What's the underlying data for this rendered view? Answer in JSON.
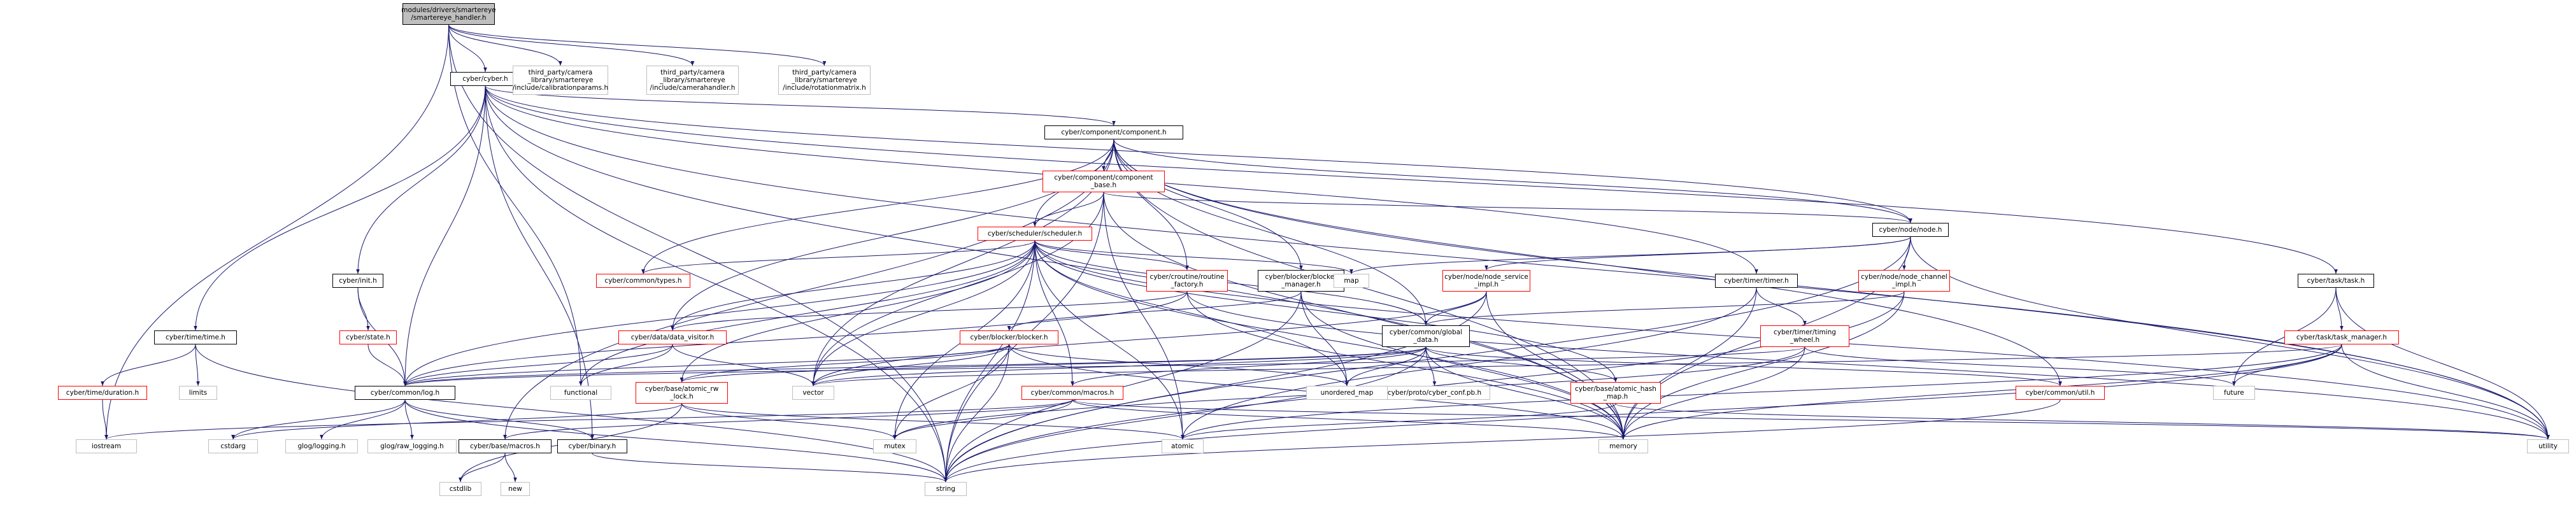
{
  "nodes": [
    {
      "id": "handler",
      "label": "modules/drivers/smartereye\n/smartereye_handler.h",
      "style": "root"
    },
    {
      "id": "cyber",
      "label": "cyber/cyber.h",
      "style": "black"
    },
    {
      "id": "calib",
      "label": "third_party/camera\n_library/smartereye\n/include/calibrationparams.h",
      "style": "gray"
    },
    {
      "id": "camhandler",
      "label": "third_party/camera\n_library/smartereye\n/include/camerahandler.h",
      "style": "gray"
    },
    {
      "id": "rotation",
      "label": "third_party/camera\n_library/smartereye\n/include/rotationmatrix.h",
      "style": "gray"
    },
    {
      "id": "component",
      "label": "cyber/component/component.h",
      "style": "black"
    },
    {
      "id": "compbase",
      "label": "cyber/component/component\n_base.h",
      "style": "red"
    },
    {
      "id": "scheduler",
      "label": "cyber/scheduler/scheduler.h",
      "style": "red"
    },
    {
      "id": "nodeh",
      "label": "cyber/node/node.h",
      "style": "black"
    },
    {
      "id": "tasktask",
      "label": "cyber/task/task.h",
      "style": "black"
    },
    {
      "id": "taskmgr",
      "label": "cyber/task/task_manager.h",
      "style": "red"
    },
    {
      "id": "nodeservice",
      "label": "cyber/node/node_service\n_impl.h",
      "style": "red"
    },
    {
      "id": "nodechannel",
      "label": "cyber/node/node_channel\n_impl.h",
      "style": "red"
    },
    {
      "id": "timer",
      "label": "cyber/timer/timer.h",
      "style": "black"
    },
    {
      "id": "timingwheel",
      "label": "cyber/timer/timing\n_wheel.h",
      "style": "red"
    },
    {
      "id": "blockermgr",
      "label": "cyber/blocker/blocker\n_manager.h",
      "style": "black"
    },
    {
      "id": "blocker",
      "label": "cyber/blocker/blocker.h",
      "style": "red"
    },
    {
      "id": "routine",
      "label": "cyber/croutine/routine\n_factory.h",
      "style": "red"
    },
    {
      "id": "types",
      "label": "cyber/common/types.h",
      "style": "red"
    },
    {
      "id": "datavisitor",
      "label": "cyber/data/data_visitor.h",
      "style": "red"
    },
    {
      "id": "globaldata",
      "label": "cyber/common/global\n_data.h",
      "style": "black"
    },
    {
      "id": "atomicrw",
      "label": "cyber/base/atomic_rw\n_lock.h",
      "style": "red"
    },
    {
      "id": "atomichash",
      "label": "cyber/base/atomic_hash\n_map.h",
      "style": "red"
    },
    {
      "id": "commonmacros",
      "label": "cyber/common/macros.h",
      "style": "red"
    },
    {
      "id": "commonutil",
      "label": "cyber/common/util.h",
      "style": "red"
    },
    {
      "id": "cyberconf",
      "label": "cyber/proto/cyber_conf.pb.h",
      "style": "gray"
    },
    {
      "id": "inith",
      "label": "cyber/init.h",
      "style": "black"
    },
    {
      "id": "stateh",
      "label": "cyber/state.h",
      "style": "red"
    },
    {
      "id": "timeh",
      "label": "cyber/time/time.h",
      "style": "black"
    },
    {
      "id": "duration",
      "label": "cyber/time/duration.h",
      "style": "red"
    },
    {
      "id": "logh",
      "label": "cyber/common/log.h",
      "style": "black"
    },
    {
      "id": "basemacros",
      "label": "cyber/base/macros.h",
      "style": "black"
    },
    {
      "id": "binary",
      "label": "cyber/binary.h",
      "style": "black"
    },
    {
      "id": "iostream",
      "label": "iostream",
      "style": "gray"
    },
    {
      "id": "limits",
      "label": "limits",
      "style": "gray"
    },
    {
      "id": "cstdarg",
      "label": "cstdarg",
      "style": "gray"
    },
    {
      "id": "glog",
      "label": "glog/logging.h",
      "style": "gray"
    },
    {
      "id": "glograw",
      "label": "glog/raw_logging.h",
      "style": "gray"
    },
    {
      "id": "cstdlib",
      "label": "cstdlib",
      "style": "gray"
    },
    {
      "id": "new",
      "label": "new",
      "style": "gray"
    },
    {
      "id": "string",
      "label": "string",
      "style": "gray"
    },
    {
      "id": "functional",
      "label": "functional",
      "style": "gray"
    },
    {
      "id": "vector",
      "label": "vector",
      "style": "gray"
    },
    {
      "id": "mutex",
      "label": "mutex",
      "style": "gray"
    },
    {
      "id": "atomic",
      "label": "atomic",
      "style": "gray"
    },
    {
      "id": "unordered_map",
      "label": "unordered_map",
      "style": "gray"
    },
    {
      "id": "map",
      "label": "map",
      "style": "gray"
    },
    {
      "id": "memory",
      "label": "memory",
      "style": "gray"
    },
    {
      "id": "future",
      "label": "future",
      "style": "gray"
    },
    {
      "id": "utility",
      "label": "utility",
      "style": "gray"
    }
  ],
  "edges": [
    [
      "handler",
      "cyber"
    ],
    [
      "handler",
      "calib"
    ],
    [
      "handler",
      "camhandler"
    ],
    [
      "handler",
      "rotation"
    ],
    [
      "handler",
      "string"
    ],
    [
      "handler",
      "iostream"
    ],
    [
      "handler",
      "functional"
    ],
    [
      "cyber",
      "component"
    ],
    [
      "cyber",
      "inith"
    ],
    [
      "cyber",
      "timeh"
    ],
    [
      "cyber",
      "logh"
    ],
    [
      "cyber",
      "nodeh"
    ],
    [
      "cyber",
      "tasktask"
    ],
    [
      "cyber",
      "timer"
    ],
    [
      "cyber",
      "binary"
    ],
    [
      "cyber",
      "memory"
    ],
    [
      "cyber",
      "string"
    ],
    [
      "cyber",
      "utility"
    ],
    [
      "component",
      "compbase"
    ],
    [
      "component",
      "scheduler"
    ],
    [
      "component",
      "nodeh"
    ],
    [
      "component",
      "globaldata"
    ],
    [
      "component",
      "blockermgr"
    ],
    [
      "component",
      "routine"
    ],
    [
      "component",
      "types"
    ],
    [
      "component",
      "datavisitor"
    ],
    [
      "component",
      "commonutil"
    ],
    [
      "component",
      "memory"
    ],
    [
      "component",
      "utility"
    ],
    [
      "component",
      "vector"
    ],
    [
      "component",
      "basemacros"
    ],
    [
      "compbase",
      "scheduler"
    ],
    [
      "compbase",
      "nodeh"
    ],
    [
      "compbase",
      "atomic"
    ],
    [
      "compbase",
      "vector"
    ],
    [
      "compbase",
      "memory"
    ],
    [
      "compbase",
      "string"
    ],
    [
      "scheduler",
      "routine"
    ],
    [
      "scheduler",
      "types"
    ],
    [
      "scheduler",
      "datavisitor"
    ],
    [
      "scheduler",
      "globaldata"
    ],
    [
      "scheduler",
      "atomicrw"
    ],
    [
      "scheduler",
      "atomichash"
    ],
    [
      "scheduler",
      "commonmacros"
    ],
    [
      "scheduler",
      "logh"
    ],
    [
      "scheduler",
      "functional"
    ],
    [
      "scheduler",
      "vector"
    ],
    [
      "scheduler",
      "mutex"
    ],
    [
      "scheduler",
      "atomic"
    ],
    [
      "scheduler",
      "unordered_map"
    ],
    [
      "scheduler",
      "map"
    ],
    [
      "scheduler",
      "memory"
    ],
    [
      "scheduler",
      "string"
    ],
    [
      "scheduler",
      "utility"
    ],
    [
      "nodeh",
      "nodeservice"
    ],
    [
      "nodeh",
      "nodechannel"
    ],
    [
      "nodeh",
      "map"
    ],
    [
      "nodeh",
      "memory"
    ],
    [
      "nodeh",
      "string"
    ],
    [
      "nodeh",
      "utility"
    ],
    [
      "nodeservice",
      "globaldata"
    ],
    [
      "nodeservice",
      "memory"
    ],
    [
      "nodeservice",
      "string"
    ],
    [
      "nodeservice",
      "vector"
    ],
    [
      "nodechannel",
      "globaldata"
    ],
    [
      "nodechannel",
      "memory"
    ],
    [
      "nodechannel",
      "string"
    ],
    [
      "timer",
      "timingwheel"
    ],
    [
      "timer",
      "atomic"
    ],
    [
      "timer",
      "memory"
    ],
    [
      "timingwheel",
      "logh"
    ],
    [
      "timingwheel",
      "memory"
    ],
    [
      "timingwheel",
      "future"
    ],
    [
      "timingwheel",
      "mutex"
    ],
    [
      "tasktask",
      "taskmgr"
    ],
    [
      "tasktask",
      "future"
    ],
    [
      "tasktask",
      "utility"
    ],
    [
      "taskmgr",
      "future"
    ],
    [
      "taskmgr",
      "memory"
    ],
    [
      "taskmgr",
      "string"
    ],
    [
      "taskmgr",
      "utility"
    ],
    [
      "taskmgr",
      "vector"
    ],
    [
      "taskmgr",
      "atomic"
    ],
    [
      "blockermgr",
      "blocker"
    ],
    [
      "blockermgr",
      "memory"
    ],
    [
      "blockermgr",
      "string"
    ],
    [
      "blockermgr",
      "unordered_map"
    ],
    [
      "blocker",
      "logh"
    ],
    [
      "blocker",
      "string"
    ],
    [
      "blocker",
      "vector"
    ],
    [
      "blocker",
      "mutex"
    ],
    [
      "blocker",
      "unordered_map"
    ],
    [
      "blocker",
      "memory"
    ],
    [
      "blocker",
      "atomicrw"
    ],
    [
      "routine",
      "logh"
    ],
    [
      "routine",
      "memory"
    ],
    [
      "routine",
      "utility"
    ],
    [
      "routine",
      "datavisitor"
    ],
    [
      "datavisitor",
      "logh"
    ],
    [
      "datavisitor",
      "vector"
    ],
    [
      "datavisitor",
      "functional"
    ],
    [
      "globaldata",
      "atomichash"
    ],
    [
      "globaldata",
      "atomicrw"
    ],
    [
      "globaldata",
      "commonmacros"
    ],
    [
      "globaldata",
      "commonutil"
    ],
    [
      "globaldata",
      "logh"
    ],
    [
      "globaldata",
      "cyberconf"
    ],
    [
      "globaldata",
      "unordered_map"
    ],
    [
      "globaldata",
      "string"
    ],
    [
      "globaldata",
      "vector"
    ],
    [
      "globaldata",
      "memory"
    ],
    [
      "atomicrw",
      "atomic"
    ],
    [
      "atomicrw",
      "mutex"
    ],
    [
      "atomicrw",
      "cstdarg"
    ],
    [
      "atomicrw",
      "cstdlib"
    ],
    [
      "atomichash",
      "atomic"
    ],
    [
      "atomichash",
      "utility"
    ],
    [
      "commonmacros",
      "basemacros"
    ],
    [
      "commonmacros",
      "iostream"
    ],
    [
      "commonmacros",
      "memory"
    ],
    [
      "commonmacros",
      "mutex"
    ],
    [
      "commonmacros",
      "utility"
    ],
    [
      "commonutil",
      "string"
    ],
    [
      "inith",
      "stateh"
    ],
    [
      "inith",
      "logh"
    ],
    [
      "stateh",
      "logh"
    ],
    [
      "timeh",
      "duration"
    ],
    [
      "timeh",
      "limits"
    ],
    [
      "timeh",
      "string"
    ],
    [
      "duration",
      "iostream"
    ],
    [
      "logh",
      "cstdarg"
    ],
    [
      "logh",
      "glog"
    ],
    [
      "logh",
      "glograw"
    ],
    [
      "logh",
      "binary"
    ],
    [
      "logh",
      "string"
    ],
    [
      "basemacros",
      "cstdlib"
    ],
    [
      "basemacros",
      "new"
    ],
    [
      "binary",
      "string"
    ]
  ]
}
